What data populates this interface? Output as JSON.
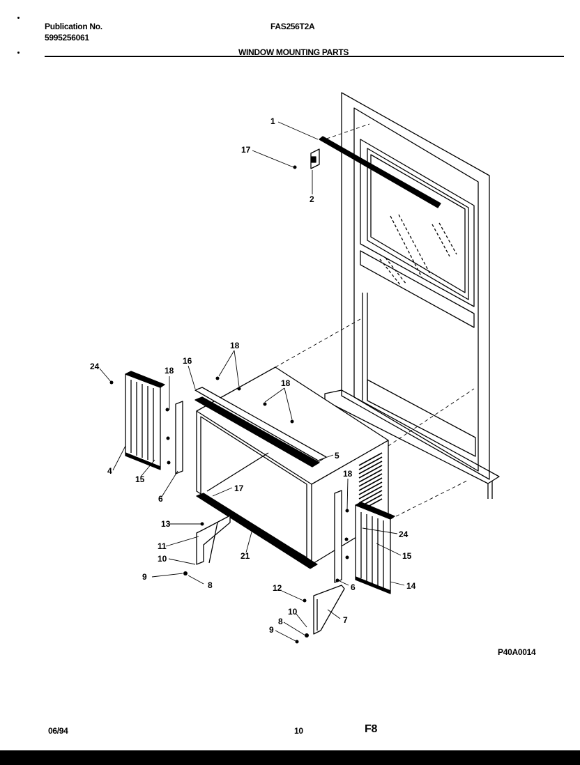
{
  "header": {
    "publication_label": "Publication No.",
    "publication_number": "5995256061",
    "model": "FAS256T2A",
    "section_title": "WINDOW MOUNTING PARTS"
  },
  "diagram": {
    "figure_code": "P40A0014",
    "callouts": [
      "1",
      "17",
      "2",
      "24",
      "18",
      "16",
      "18",
      "18",
      "5",
      "4",
      "15",
      "6",
      "17",
      "13",
      "11",
      "10",
      "9",
      "8",
      "21",
      "18",
      "24",
      "15",
      "14",
      "12",
      "6",
      "10",
      "7",
      "8",
      "9"
    ]
  },
  "footer": {
    "date": "06/94",
    "page_number": "10",
    "page_code": "F8"
  }
}
